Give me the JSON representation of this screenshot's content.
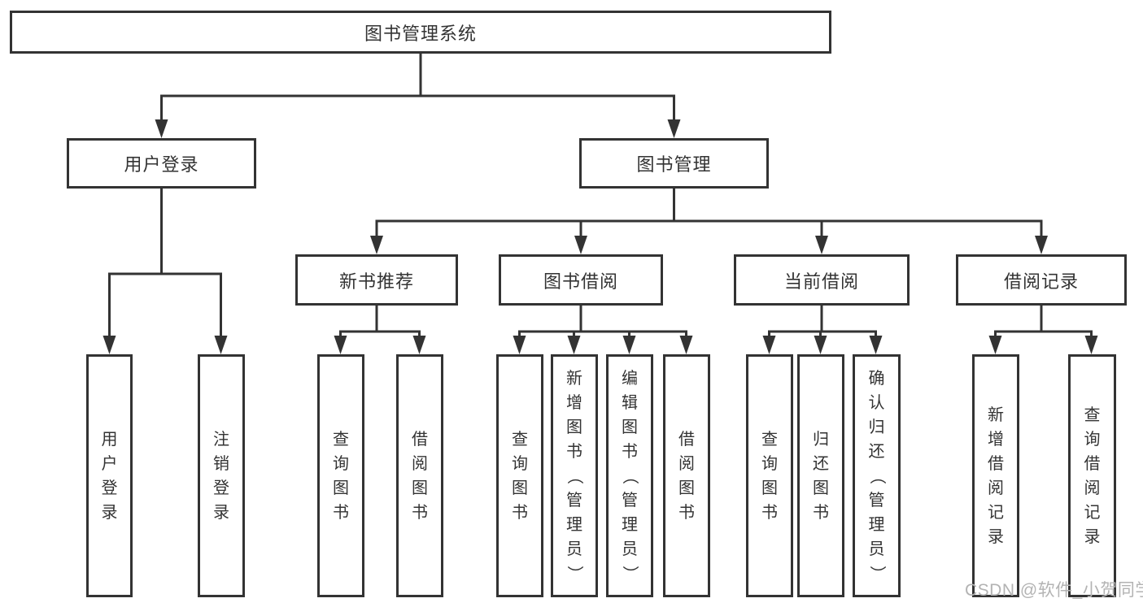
{
  "tree": {
    "label": "图书管理系统",
    "children": [
      {
        "label": "用户登录",
        "children": [
          {
            "label": "用户登录"
          },
          {
            "label": "注销登录"
          }
        ]
      },
      {
        "label": "图书管理",
        "children": [
          {
            "label": "新书推荐",
            "children": [
              {
                "label": "查询图书"
              },
              {
                "label": "借阅图书"
              }
            ]
          },
          {
            "label": "图书借阅",
            "children": [
              {
                "label": "查询图书"
              },
              {
                "label": "新增图书（管理员）"
              },
              {
                "label": "编辑图书（管理员）"
              },
              {
                "label": "借阅图书"
              }
            ]
          },
          {
            "label": "当前借阅",
            "children": [
              {
                "label": "查询图书"
              },
              {
                "label": "归还图书"
              },
              {
                "label": "确认归还（管理员）"
              }
            ]
          },
          {
            "label": "借阅记录",
            "children": [
              {
                "label": "新增借阅记录"
              },
              {
                "label": "查询借阅记录"
              }
            ]
          }
        ]
      }
    ]
  },
  "watermark": {
    "text": "CSDN @软件_小贺同学"
  },
  "colors": {
    "line": "#333333",
    "text": "#333333",
    "watermark": "#b3b3b3",
    "background": "#ffffff"
  }
}
